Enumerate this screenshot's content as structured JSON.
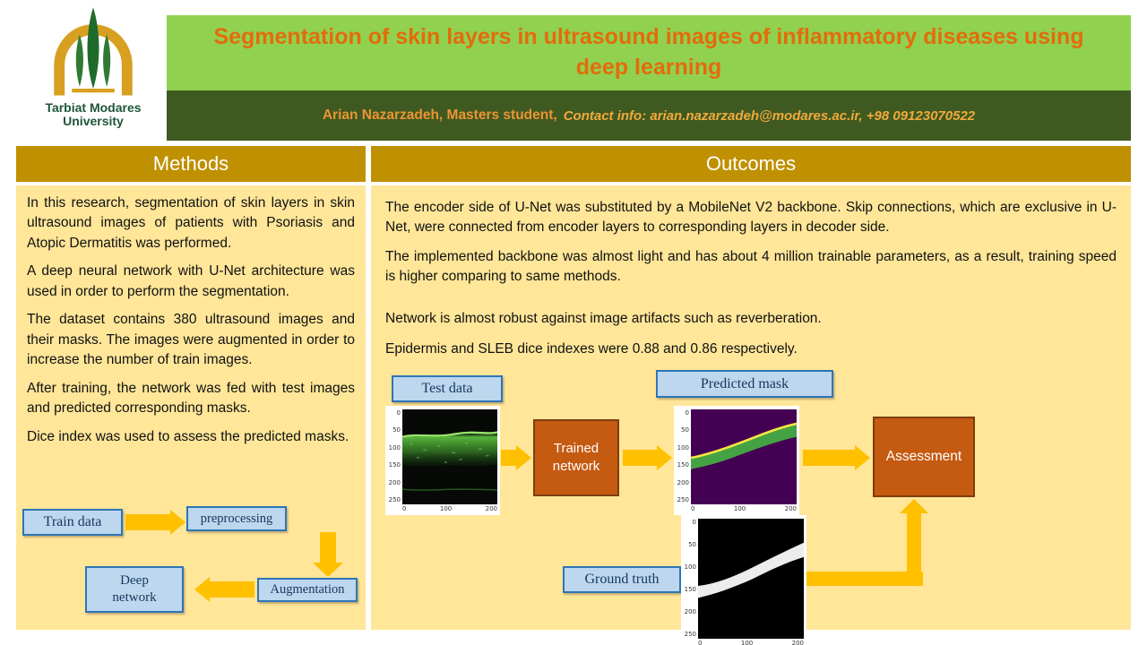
{
  "colors": {
    "title_band_green": "#92D050",
    "dark_green_band": "#3E5A20",
    "panel_header_gold": "#BF9000",
    "panel_background": "#FFE699",
    "arrow_gold": "#FFC000",
    "box_blue_fill": "#BDD7EE",
    "box_blue_border": "#2E75B6",
    "box_orange_fill": "#C55A11",
    "title_text_orange": "#E36C0A"
  },
  "header": {
    "title": "Segmentation of skin layers in ultrasound images of inflammatory diseases using deep learning",
    "author": "Arian Nazarzadeh, Masters student,",
    "contact": "Contact info: arian.nazarzadeh@modares.ac.ir, +98 09123070522",
    "logo": {
      "line1": "Tarbiat Modares",
      "line2": "University"
    }
  },
  "methods": {
    "heading": "Methods",
    "paragraphs": [
      "In this research, segmentation of skin layers in skin ultrasound images of patients with Psoriasis and Atopic Dermatitis was performed.",
      "A deep neural network with U-Net architecture was used in order to perform the segmentation.",
      "The dataset contains 380 ultrasound images and their masks. The images were augmented in order to increase the number of train images.",
      "After training, the network was fed with test images and predicted corresponding masks.",
      "Dice index was used to assess the predicted masks."
    ],
    "flow": {
      "train_data": "Train data",
      "preprocessing": "preprocessing",
      "augmentation": "Augmentation",
      "deep_network": "Deep\nnetwork"
    }
  },
  "outcomes": {
    "heading": "Outcomes",
    "paragraphs": [
      "The encoder side of U-Net was substituted by a MobileNet V2 backbone. Skip connections, which are exclusive in U-Net, were connected from encoder layers to corresponding layers in decoder side.",
      "The implemented backbone was almost light and has about 4 million trainable parameters, as a result, training speed is higher comparing to same methods.",
      "Network is almost robust against image artifacts such as reverberation.",
      "Epidermis and SLEB dice indexes were 0.88 and 0.86 respectively."
    ],
    "flow": {
      "test_data": "Test data",
      "trained_network": "Trained\nnetwork",
      "predicted_mask": "Predicted mask",
      "assessment": "Assessment",
      "ground_truth": "Ground truth"
    }
  },
  "plot_axes": {
    "y": [
      "0",
      "50",
      "100",
      "150",
      "200",
      "250"
    ],
    "x": [
      "0",
      "100",
      "200"
    ]
  }
}
